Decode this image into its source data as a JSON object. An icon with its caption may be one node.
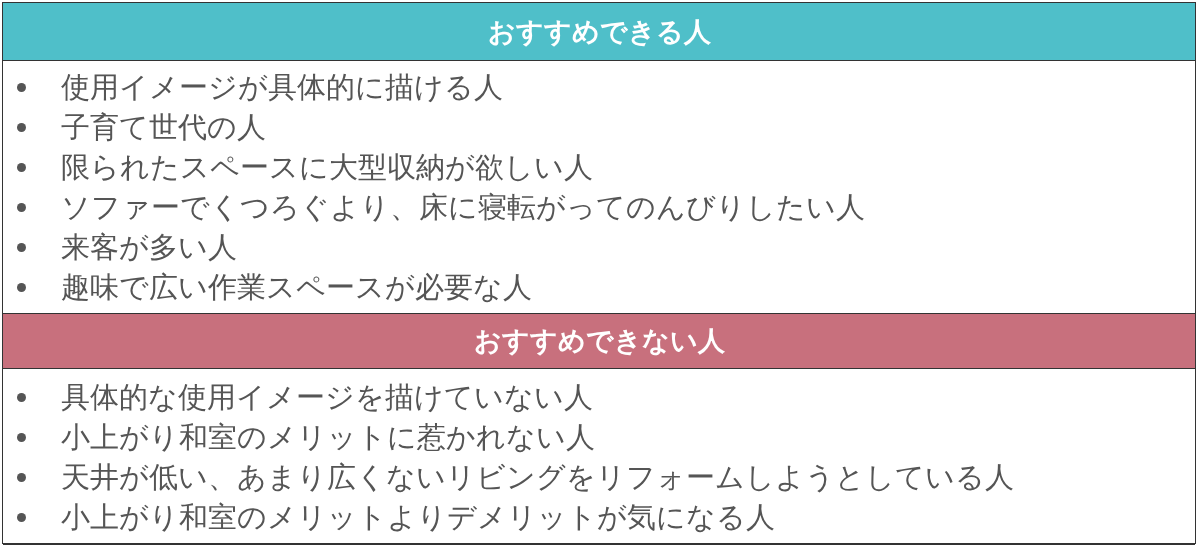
{
  "diagram": {
    "nodes": [
      {
        "text": [
          "おすすめできる人"
        ]
      },
      {
        "text": [
          "使用イメージが具体的に描ける人",
          "子育て世代の人",
          "限られたスペースに大型収納が欲しい人",
          "ソファーでくつろぐより、床に寝転がってのんびりしたい人",
          "来客が多い人",
          "趣味で広い作業スペースが必要な人"
        ]
      },
      {
        "text": [
          "おすすめできない人"
        ]
      },
      {
        "text": [
          "具体的な使用イメージを描けていない人",
          "小上がり和室のメリットに惹かれない人",
          "天井が低い、あまり広くないリビングをリフォームしようとしている人",
          "小上がり和室のメリットよりデメリットが気になる人"
        ]
      }
    ]
  }
}
